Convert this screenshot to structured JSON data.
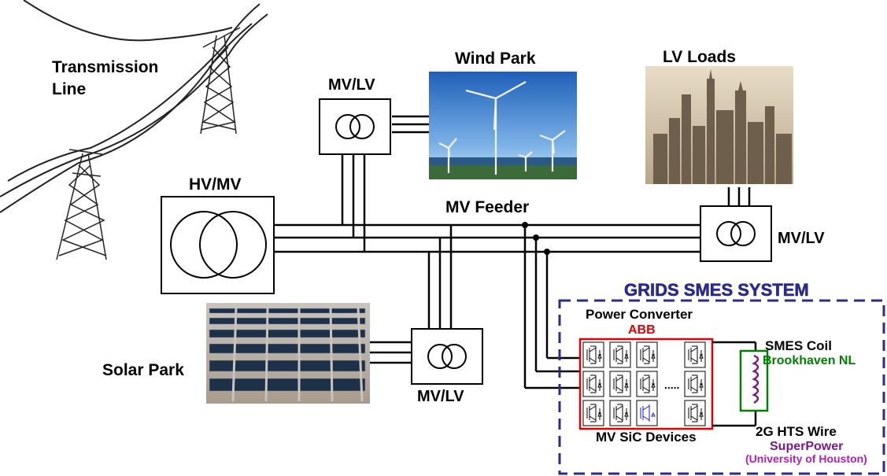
{
  "labels": {
    "transmission_line_1": "Transmission",
    "transmission_line_2": "Line",
    "hv_mv": "HV/MV",
    "mv_lv_top": "MV/LV",
    "wind_park": "Wind Park",
    "lv_loads": "LV Loads",
    "mv_feeder": "MV Feeder",
    "mv_lv_right": "MV/LV",
    "solar_park": "Solar Park",
    "mv_lv_bottom": "MV/LV"
  },
  "smes": {
    "title": "GRIDS SMES SYSTEM",
    "converter_label": "Power Converter",
    "converter_vendor": "ABB",
    "coil_label": "SMES Coil",
    "coil_vendor": "Brookhaven NL",
    "devices_label": "MV SiC Devices",
    "wire_label": "2G HTS Wire",
    "wire_vendor": "SuperPower",
    "wire_partner": "(University of Houston)",
    "ellipsis": "....."
  },
  "colors": {
    "smes_border": "#2b2b8c",
    "converter_border": "#e00000",
    "abb": "#e00000",
    "coil_border": "#008000",
    "brookhaven": "#008000",
    "superpower": "#7a1a8c",
    "houston": "#b020b0",
    "coil": "#7a1a8c",
    "highlight_device": "#1a1ad0"
  }
}
